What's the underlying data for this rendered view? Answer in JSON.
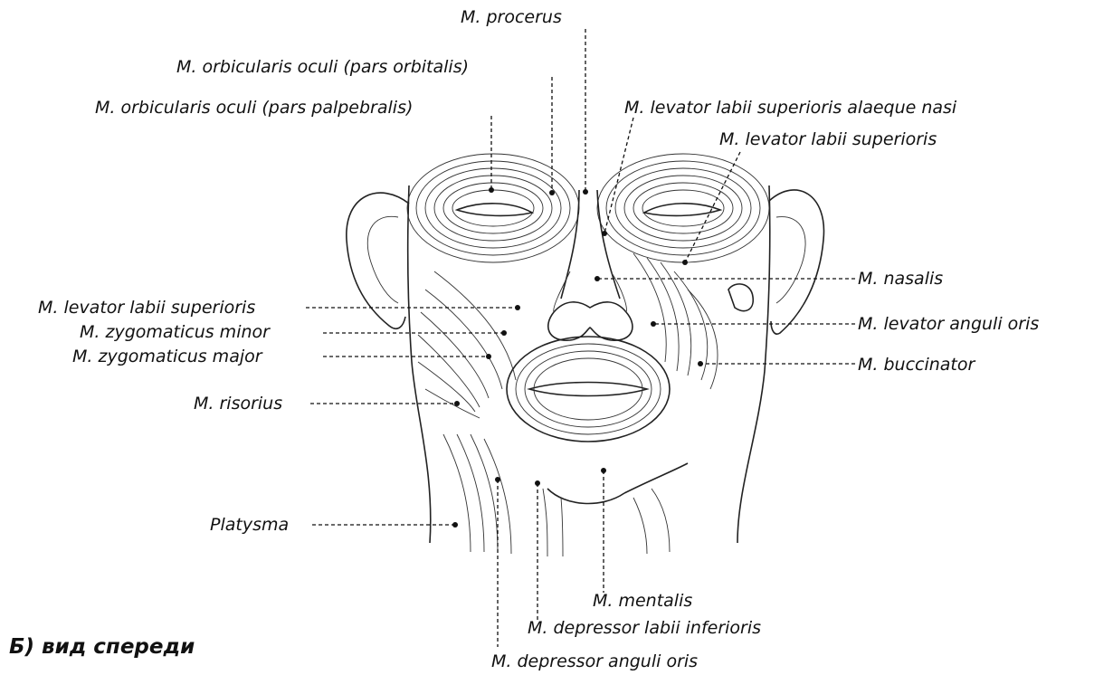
{
  "caption": "Б) вид спереди",
  "labels": {
    "procerus": "M. procerus",
    "oculi_orbitalis": "M. orbicularis oculi (pars orbitalis)",
    "oculi_palpebralis": "M. orbicularis oculi (pars palpebralis)",
    "levator_alaeque": "M. levator labii superioris alaeque nasi",
    "levator_sup_right": "M. levator labii superioris",
    "nasalis": "M. nasalis",
    "levator_sup_left": "M. levator labii superioris",
    "levator_anguli": "M. levator anguli oris",
    "zyg_minor": "M. zygomaticus minor",
    "zyg_major": "M. zygomaticus major",
    "buccinator": "M. buccinator",
    "risorius": "M. risorius",
    "platysma": "Platysma",
    "mentalis": "M. mentalis",
    "dep_labii": "M. depressor labii inferioris",
    "dep_anguli": "M. depressor anguli oris"
  }
}
